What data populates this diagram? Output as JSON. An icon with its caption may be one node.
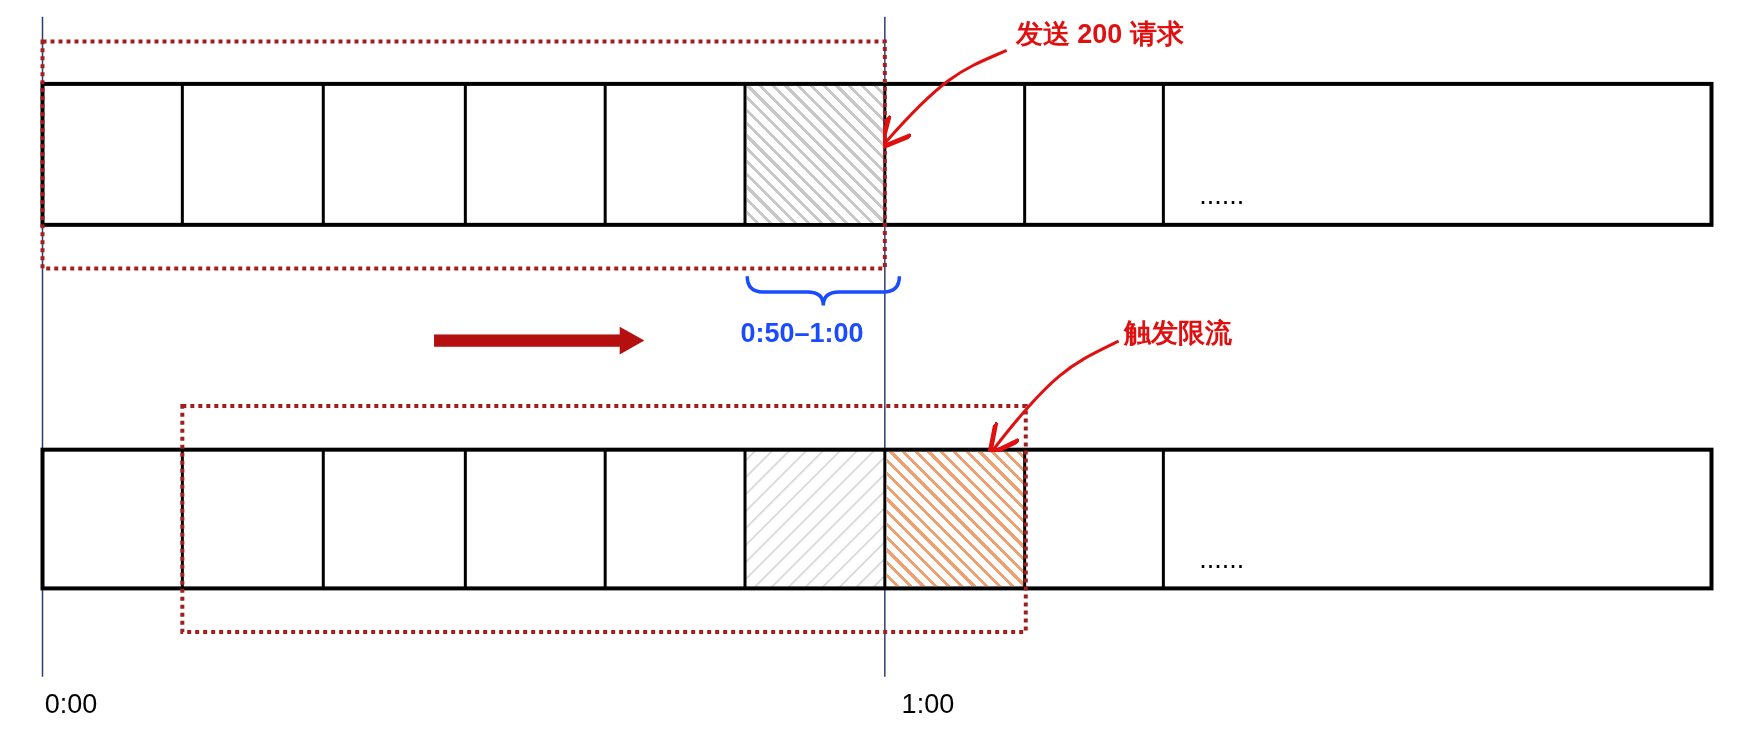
{
  "diagram": {
    "nodes": [
      {
        "text": [
          "发送 200 请求"
        ]
      },
      {
        "text": [],
        "shape": "box"
      },
      {
        "text": [
          "触发限流"
        ]
      },
      {
        "text": [],
        "shape": "box"
      }
    ],
    "edges": [
      {
        "from": 0,
        "to": 1,
        "arrow": "to"
      },
      {
        "from": 2,
        "to": 3,
        "arrow": "to"
      }
    ],
    "labels": [
      "......",
      "0:50–1:00",
      "......",
      "0:00",
      "1:00"
    ]
  }
}
